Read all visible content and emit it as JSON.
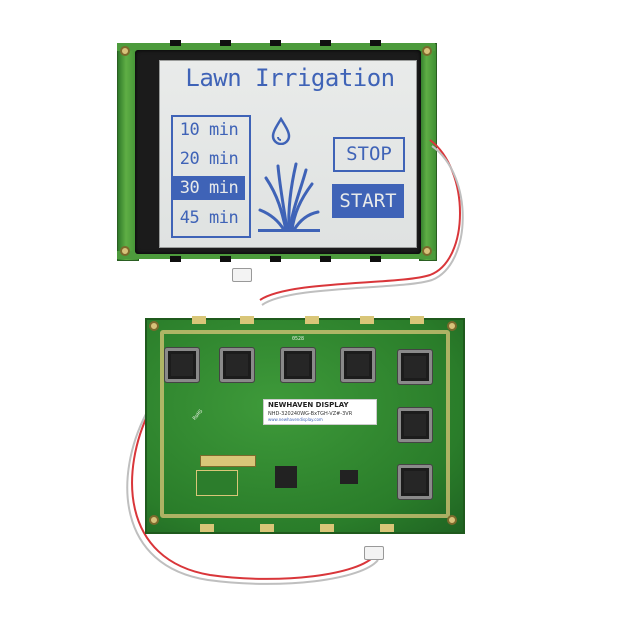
{
  "lcd": {
    "title": "Lawn Irrigation",
    "menu": [
      {
        "label": "10 min",
        "selected": false
      },
      {
        "label": "20 min",
        "selected": false
      },
      {
        "label": "30 min",
        "selected": true
      },
      {
        "label": "45 min",
        "selected": false
      }
    ],
    "stop_label": "STOP",
    "start_label": "START",
    "icons": [
      "water-drop-icon",
      "grass-plant-icon"
    ],
    "colors": {
      "lcd_text": "#3f63b7",
      "lcd_background": "#e5e7e6",
      "pcb_green": "#2f8a2f"
    }
  },
  "pcb": {
    "brand": "NEWHAVEN DISPLAY",
    "part_number": "NHD-320240WG-BxTGH-VZ#-3VR",
    "website": "www.newhavendisplay.com",
    "silk_marks": [
      "RoHS",
      "0528"
    ]
  }
}
